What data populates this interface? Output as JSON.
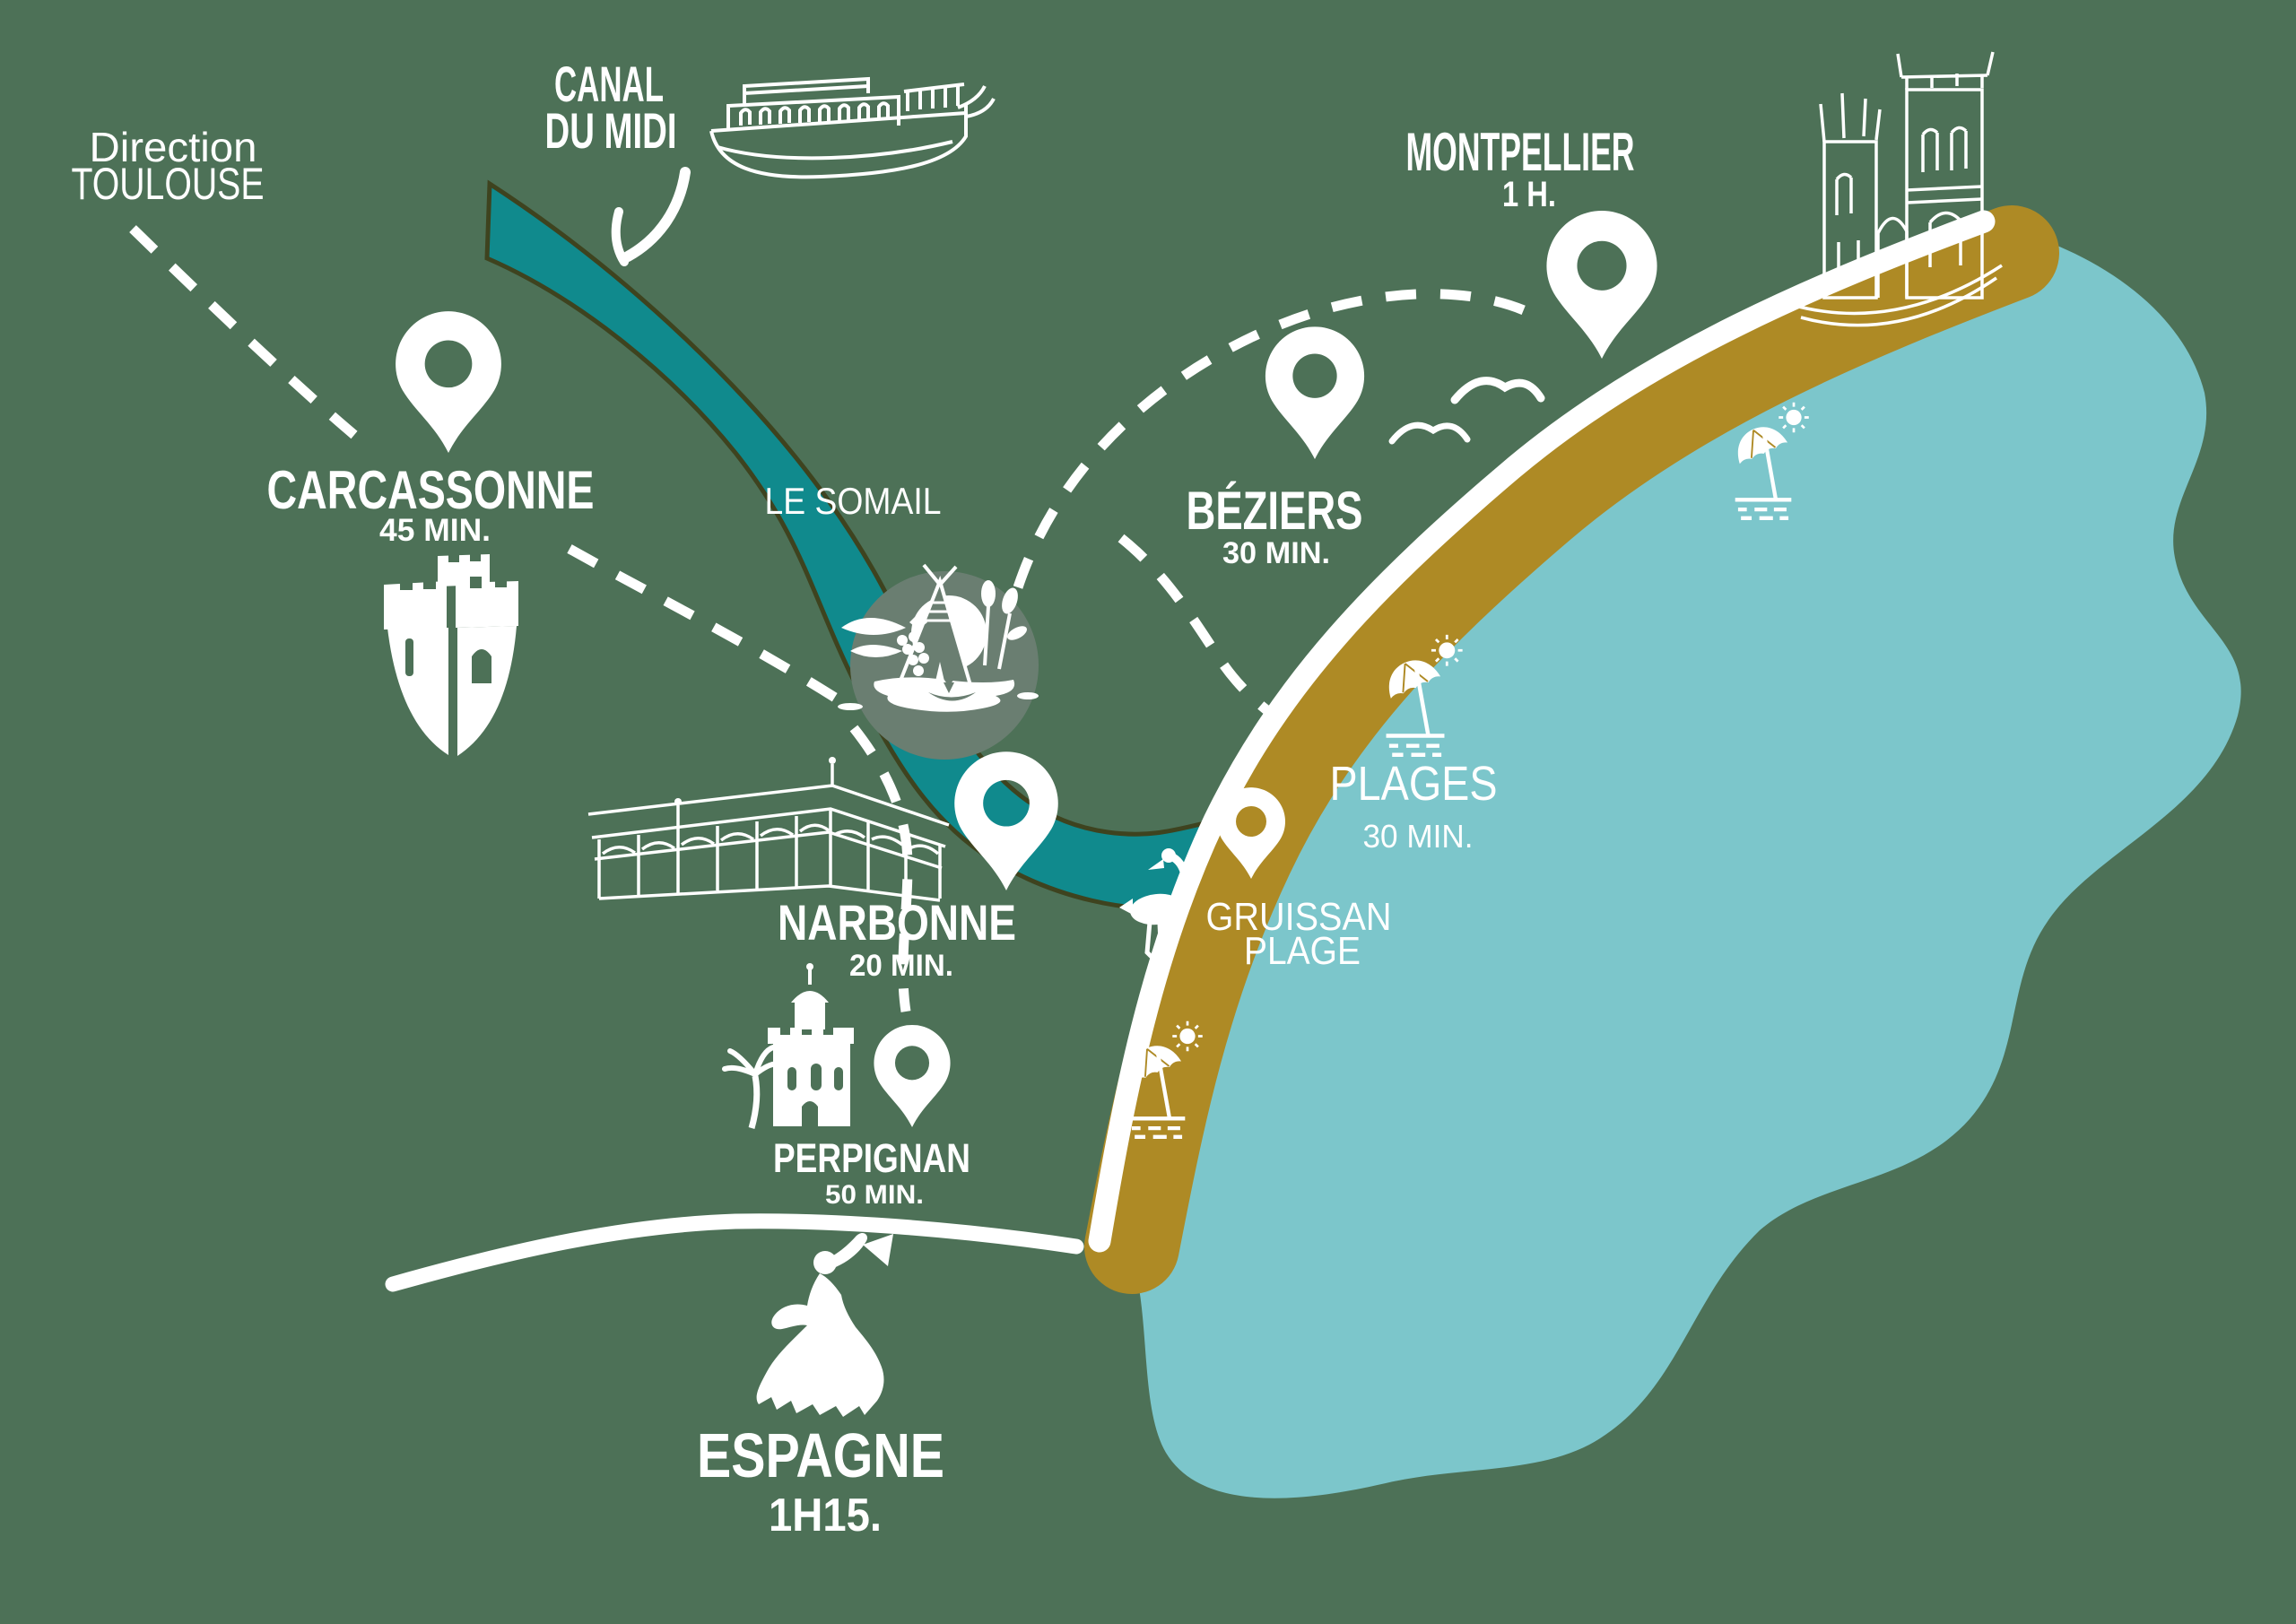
{
  "colors": {
    "background": "#4d7157",
    "sea": "#7cc6cb",
    "beach": "#ae8a25",
    "canal": "#108a8d",
    "outline": "#3e431f",
    "badge_circle": "#6a7e71",
    "white": "#ffffff"
  },
  "labels": {
    "direction_toulouse_line1": "Direction",
    "direction_toulouse_line2": "TOULOUSE",
    "canal_du_midi_line1": "CANAL",
    "canal_du_midi_line2": "DU MIDI",
    "le_somail": "LE SOMAIL",
    "carcassonne_name": "CARCASSONNE",
    "carcassonne_time": "45 MIN.",
    "montpellier_name": "MONTPELLIER",
    "montpellier_time": "1 H.",
    "beziers_name": "BÉZIERS",
    "beziers_time": "30 MIN.",
    "narbonne_name": "NARBONNE",
    "narbonne_time": "20 MIN.",
    "perpignan_name": "PERPIGNAN",
    "perpignan_time": "50 MIN.",
    "espagne_name": "ESPAGNE",
    "espagne_time": "1H15.",
    "plages_name": "PLAGES",
    "plages_time": "30 MIN.",
    "gruissan_line1": "GRUISSAN",
    "gruissan_line2": "PLAGE"
  },
  "icons": [
    "map-pin-icon",
    "canal-boat-icon",
    "curved-arrow-icon",
    "castle-shield-icon",
    "cathedral-icon",
    "market-hall-icon",
    "castillet-tower-icon",
    "flamenco-dancer-icon",
    "flamingo-icon",
    "seagull-icon",
    "beach-umbrella-icon",
    "sun-icon",
    "campsite-badge-icon"
  ]
}
